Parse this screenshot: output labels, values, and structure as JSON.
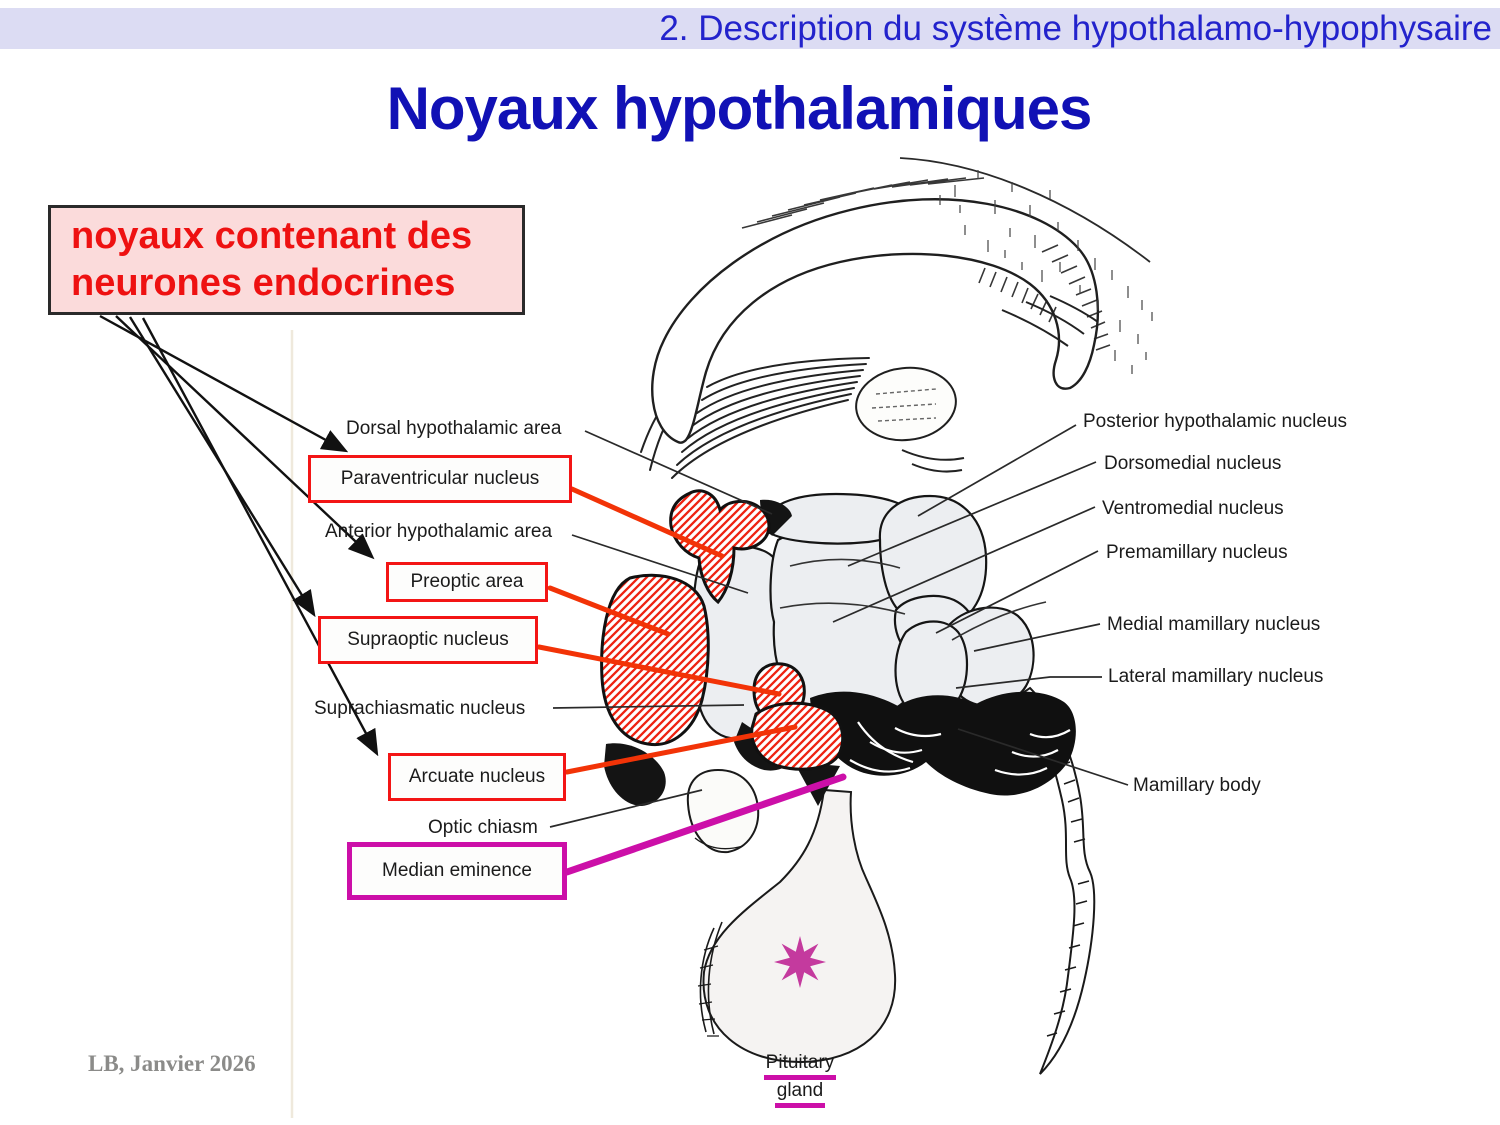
{
  "slide": {
    "header": "2. Description du système hypothalamo-hypophysaire",
    "title": "Noyaux hypothalamiques",
    "credit": "LB, Janvier 2026"
  },
  "callout": {
    "line1": "noyaux contenant des",
    "line2": "neurones endocrines"
  },
  "figure": {
    "left_labels": {
      "dorsal_area": "Dorsal hypothalamic area",
      "paraventricular": "Paraventricular nucleus",
      "anterior_area": "Anterior hypothalamic area",
      "preoptic": "Preoptic area",
      "supraoptic": "Supraoptic nucleus",
      "suprachiasmatic": "Suprachiasmatic nucleus",
      "arcuate": "Arcuate nucleus",
      "optic_chiasm": "Optic chiasm",
      "median_eminence": "Median eminence"
    },
    "right_labels": {
      "posterior": "Posterior hypothalamic nucleus",
      "dorsomedial": "Dorsomedial nucleus",
      "ventromedial": "Ventromedial nucleus",
      "premamillary": "Premamillary nucleus",
      "medial_mamillary": "Medial mamillary nucleus",
      "lateral_mamillary": "Lateral mamillary nucleus",
      "mamillary_body": "Mamillary body"
    },
    "pituitary_label": {
      "line1": "Pituitary",
      "line2": "gland"
    }
  },
  "colors": {
    "header_bg": "#dcdcf3",
    "header_text": "#2323cc",
    "title_text": "#1111b5",
    "callout_bg": "#fbdbdb",
    "callout_text": "#ee1111",
    "box_border_red": "#f31515",
    "hatch_red": "#ee2211",
    "connector_red": "#f23307",
    "magenta": "#cc0fa8",
    "star_magenta": "#c43a9e",
    "credit_gray": "#8b8b89"
  }
}
